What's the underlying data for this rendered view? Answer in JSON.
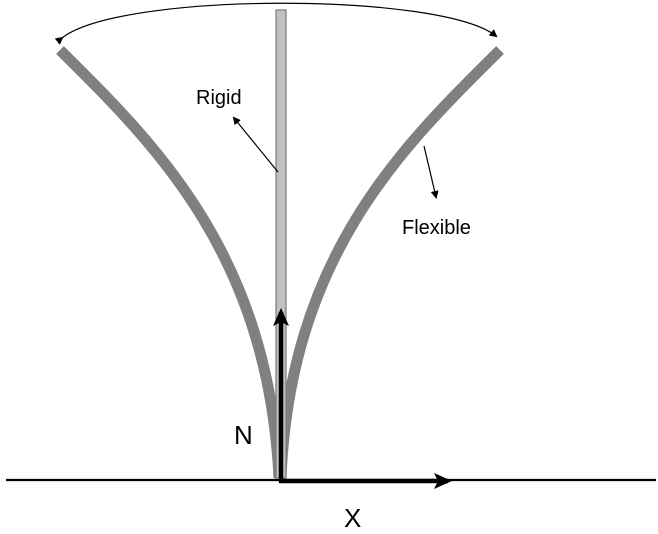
{
  "labels": {
    "rigid": "Rigid",
    "flexible": "Flexible",
    "n_axis": "N",
    "x_axis": "X"
  },
  "colors": {
    "background": "#ffffff",
    "flexible_stroke": "#808080",
    "rigid_fill": "#c0c0c0",
    "rigid_outline": "#7a7a7a",
    "axis": "#000000"
  }
}
